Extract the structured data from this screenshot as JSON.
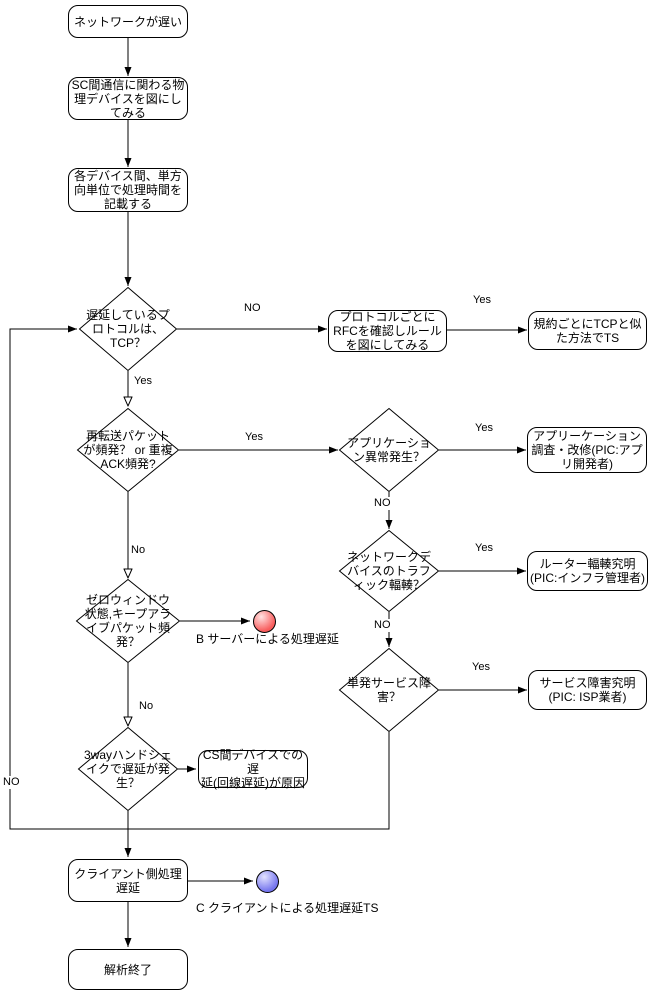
{
  "diagram": {
    "nodes": {
      "start": "ネットワークが遅い",
      "map_devices": "SC間通信に関わる物\n理デバイスを図にし\nてみる",
      "record_time": "各デバイス間、単方\n向単位で処理時間を\n記載する",
      "is_tcp": "遅延しているプ\nロトコルは、\nTCP？",
      "check_rfc": "プロトコルごとに\nRFCを確認しルール\nを図にしてみる",
      "ts_similar": "規約ごとにTCPと似\nた方法でTS",
      "retransmission": "再転送パケット\nが頻発？ or 重複\nACK頻発?",
      "app_anomaly": "アプリケーショ\nン異常発生？",
      "app_investigate": "アプリーケーション\n調査・改修(PIC:アプ\nリ開発者)",
      "traffic_congestion": "ネットワークデ\nバイスのトラフ\nィック輻輳？",
      "router_congestion": "ルーター輻輳究明\n(PIC:インフラ管理者)",
      "single_failure": "単発サービス障\n害？",
      "service_failure": "サービス障害究明\n(PIC: ISP業者)",
      "zero_window": "ゼロウィンドウ\n状態,キープアラ\nイブパケット頻\n発？",
      "handshake": "3wayハンドシェ\nイクで遅延が発\n生？",
      "cs_delay": "CS間デバイスでの遅\n延(回線遅延)が原因",
      "client_delay": "クライアント側処理\n遅延",
      "end": "解析終了"
    },
    "edge_labels": {
      "tcp_no": "NO",
      "tcp_yes": "Yes",
      "rfc_yes": "Yes",
      "retrans_yes": "Yes",
      "retrans_no": "No",
      "app_yes": "Yes",
      "app_no": "NO",
      "congestion_yes": "Yes",
      "congestion_no": "NO",
      "single_yes": "Yes",
      "zero_no": "No",
      "loop_no": "NO"
    },
    "annotations": {
      "server_delay": "B サーバーによる処理遅延",
      "client_delay_ts": "C クライアントによる処理遅延TS"
    },
    "colors": {
      "marker_red": "#f85c5c",
      "marker_blue": "#7676ee",
      "line": "#000000",
      "shape_fill": "#ffffff"
    }
  }
}
